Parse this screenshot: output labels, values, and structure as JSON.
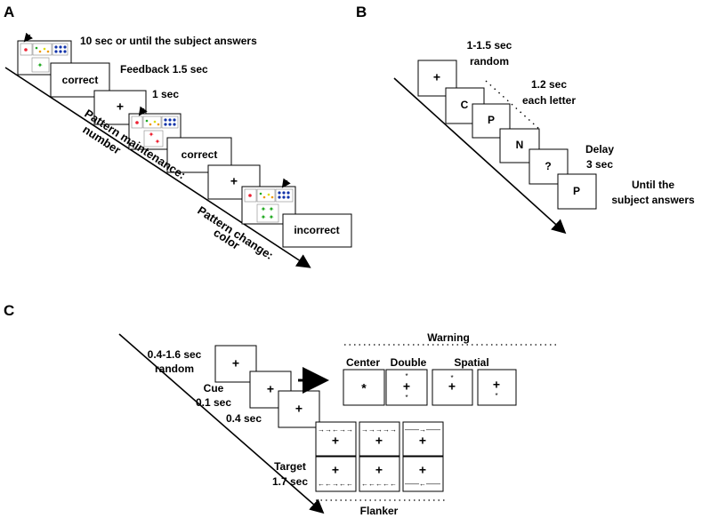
{
  "panelA": {
    "letter": "A",
    "label_timing1": "10 sec or until the subject answers",
    "label_feedback": "Feedback 1.5 sec",
    "label_interval": "1 sec",
    "box_correct1": "correct",
    "box_fix1": "+",
    "box_correct2": "correct",
    "box_fix2": "+",
    "box_incorrect": "incorrect",
    "diag_maintenance_1": "Pattern maintenance:",
    "diag_maintenance_2": "number",
    "diag_change_1": "Pattern change:",
    "diag_change_2": "color"
  },
  "panelB": {
    "letter": "B",
    "label_cue_1": "1-1.5 sec",
    "label_cue_2": "random",
    "label_letter_1": "1.2 sec",
    "label_letter_2": "each letter",
    "label_delay_1": "Delay",
    "label_delay_2": "3 sec",
    "label_until_1": "Until the",
    "label_until_2": "subject answers",
    "boxes": [
      "+",
      "C",
      "P",
      "N",
      "?",
      "P"
    ]
  },
  "panelC": {
    "letter": "C",
    "label_fix_1": "0.4-1.6 sec",
    "label_fix_2": "random",
    "label_cue_1": "Cue",
    "label_cue_2": "0.1 sec",
    "label_gap": "0.4 sec",
    "label_target_1": "Target",
    "label_target_2": "1.7 sec",
    "warning_title": "Warning",
    "warning_center": "Center",
    "warning_double": "Double",
    "warning_spatial": "Spatial",
    "flanker_title": "Flanker",
    "fix_symbol": "+",
    "cue_symbol": "*",
    "flanker_top": [
      "→→←→→",
      "→→→→→",
      "——→——"
    ],
    "flanker_bottom": [
      "←←→←←",
      "←←←←←",
      "——←——"
    ]
  }
}
